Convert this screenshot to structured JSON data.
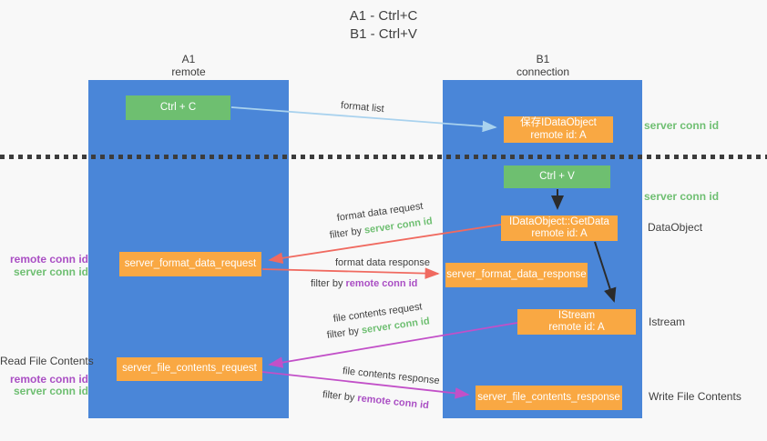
{
  "title": {
    "line1": "A1 - Ctrl+C",
    "line2": "B1 - Ctrl+V"
  },
  "lifelines": {
    "a1": {
      "id": "A1",
      "role": "remote"
    },
    "b1": {
      "id": "B1",
      "role": "connection"
    }
  },
  "nodes": {
    "ctrl_c": {
      "label": "Ctrl + C"
    },
    "ctrl_v": {
      "label": "Ctrl + V"
    },
    "save_idataobject": {
      "line1": "保存IDataObject",
      "line2": "remote id: A"
    },
    "getdata": {
      "line1": "IDataObject::GetData",
      "line2": "remote id: A"
    },
    "istream": {
      "line1": "IStream",
      "line2": "remote id: A"
    },
    "format_request": {
      "label": "server_format_data_request"
    },
    "format_response": {
      "label": "server_format_data_response"
    },
    "file_request": {
      "label": "server_file_contents_request"
    },
    "file_response": {
      "label": "server_file_contents_response"
    }
  },
  "flow_labels": {
    "format_list": "format list",
    "format_data_request": "format data request",
    "format_data_response": "format data response",
    "file_contents_request": "file contents request",
    "file_contents_response": "file contents response"
  },
  "terms": {
    "filter_by": "filter by",
    "server_conn_id": "server conn id",
    "remote_conn_id": "remote conn id"
  },
  "side_labels": {
    "dataobject": "DataObject",
    "istream": "Istream",
    "read_file_contents": "Read File Contents",
    "write_file_contents": "Write File Contents"
  },
  "colors": {
    "background": "#f8f8f8",
    "lifeline_blue": "#4a86d8",
    "node_green": "#6ebf70",
    "node_orange": "#f9a843",
    "arrow_light_blue": "#a9d2ee",
    "arrow_red": "#f06a60",
    "arrow_magenta": "#c250c8",
    "arrow_black": "#2b2b2b",
    "text_green": "#6fbf72",
    "text_purple": "#aa4fc4",
    "text_dark": "#3f3f3f"
  }
}
